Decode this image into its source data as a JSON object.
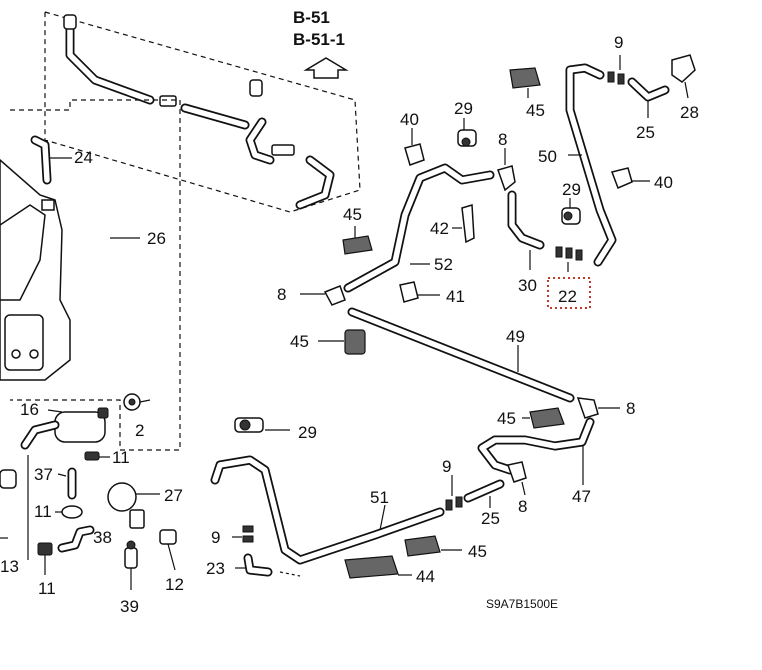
{
  "refs": {
    "ref1": "B-51",
    "ref2": "B-51-1"
  },
  "diagram_code": "S9A7B1500E",
  "callouts": {
    "c2": "2",
    "c8a": "8",
    "c8b": "8",
    "c8c": "8",
    "c8d": "8",
    "c9a": "9",
    "c9b": "9",
    "c9c": "9",
    "c11a": "11",
    "c11b": "11",
    "c11c": "11",
    "c12": "12",
    "c13": "13",
    "c16": "16",
    "c22": "22",
    "c23": "23",
    "c24": "24",
    "c25a": "25",
    "c25b": "25",
    "c26": "26",
    "c27": "27",
    "c28": "28",
    "c29a": "29",
    "c29b": "29",
    "c29c": "29",
    "c30": "30",
    "c37": "37",
    "c38": "38",
    "c39": "39",
    "c40a": "40",
    "c40b": "40",
    "c41": "41",
    "c42": "42",
    "c44": "44",
    "c45a": "45",
    "c45b": "45",
    "c45c": "45",
    "c45d": "45",
    "c45e": "45",
    "c47": "47",
    "c49": "49",
    "c50": "50",
    "c51": "51",
    "c52": "52"
  },
  "highlighted_part": "22"
}
